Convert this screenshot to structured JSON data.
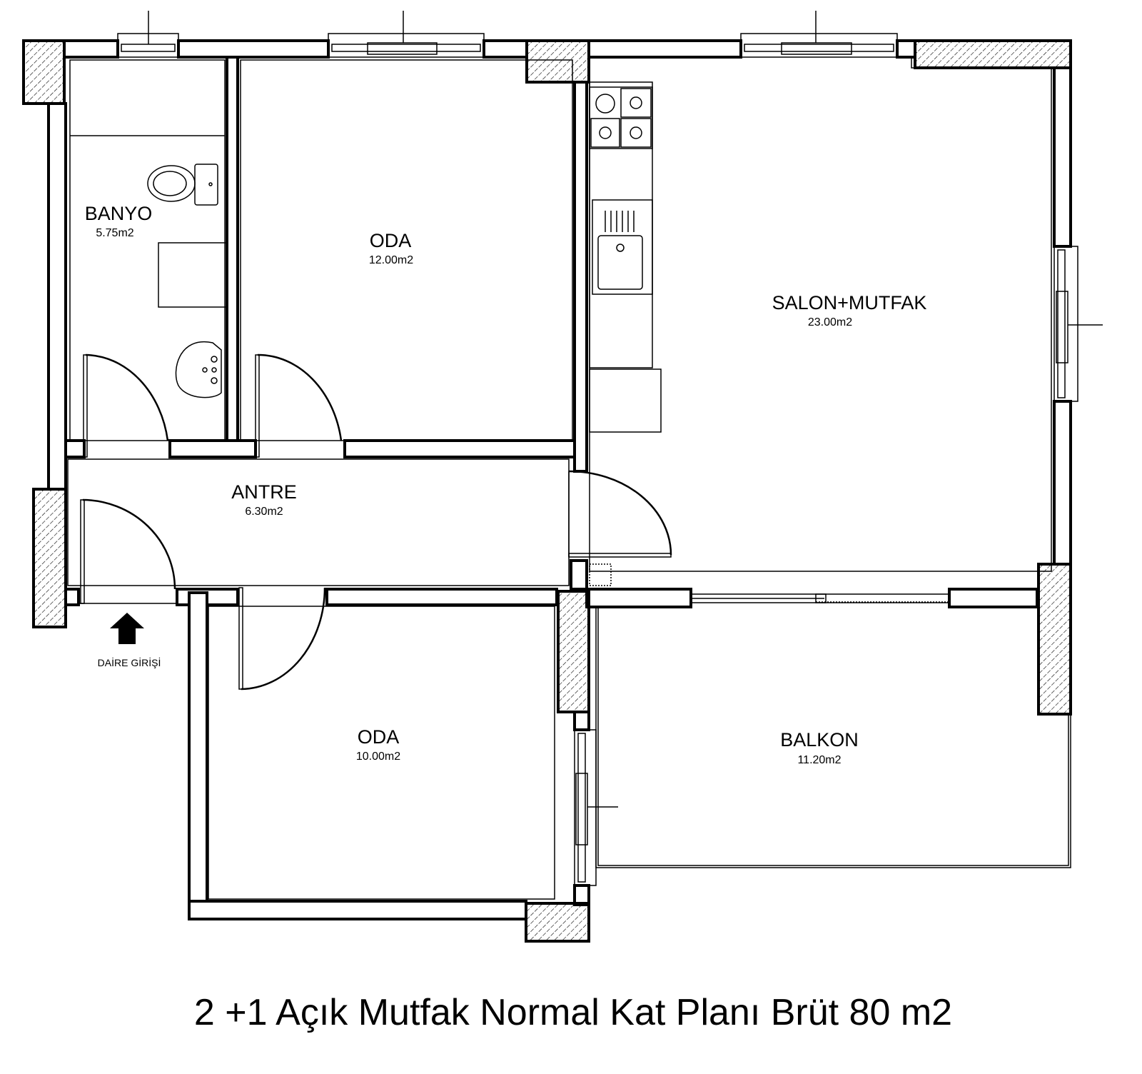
{
  "title": "2 +1 Açık Mutfak Normal Kat Planı Brüt 80 m2",
  "entrance_label": "DAİRE GİRİŞİ",
  "rooms": [
    {
      "name": "BANYO",
      "area": "5.75m2"
    },
    {
      "name": "ODA",
      "area": "12.00m2"
    },
    {
      "name": "SALON+MUTFAK",
      "area": "23.00m2"
    },
    {
      "name": "ANTRE",
      "area": "6.30m2"
    },
    {
      "name": "ODA",
      "area": "10.00m2"
    },
    {
      "name": "BALKON",
      "area": "11.20m2"
    }
  ]
}
